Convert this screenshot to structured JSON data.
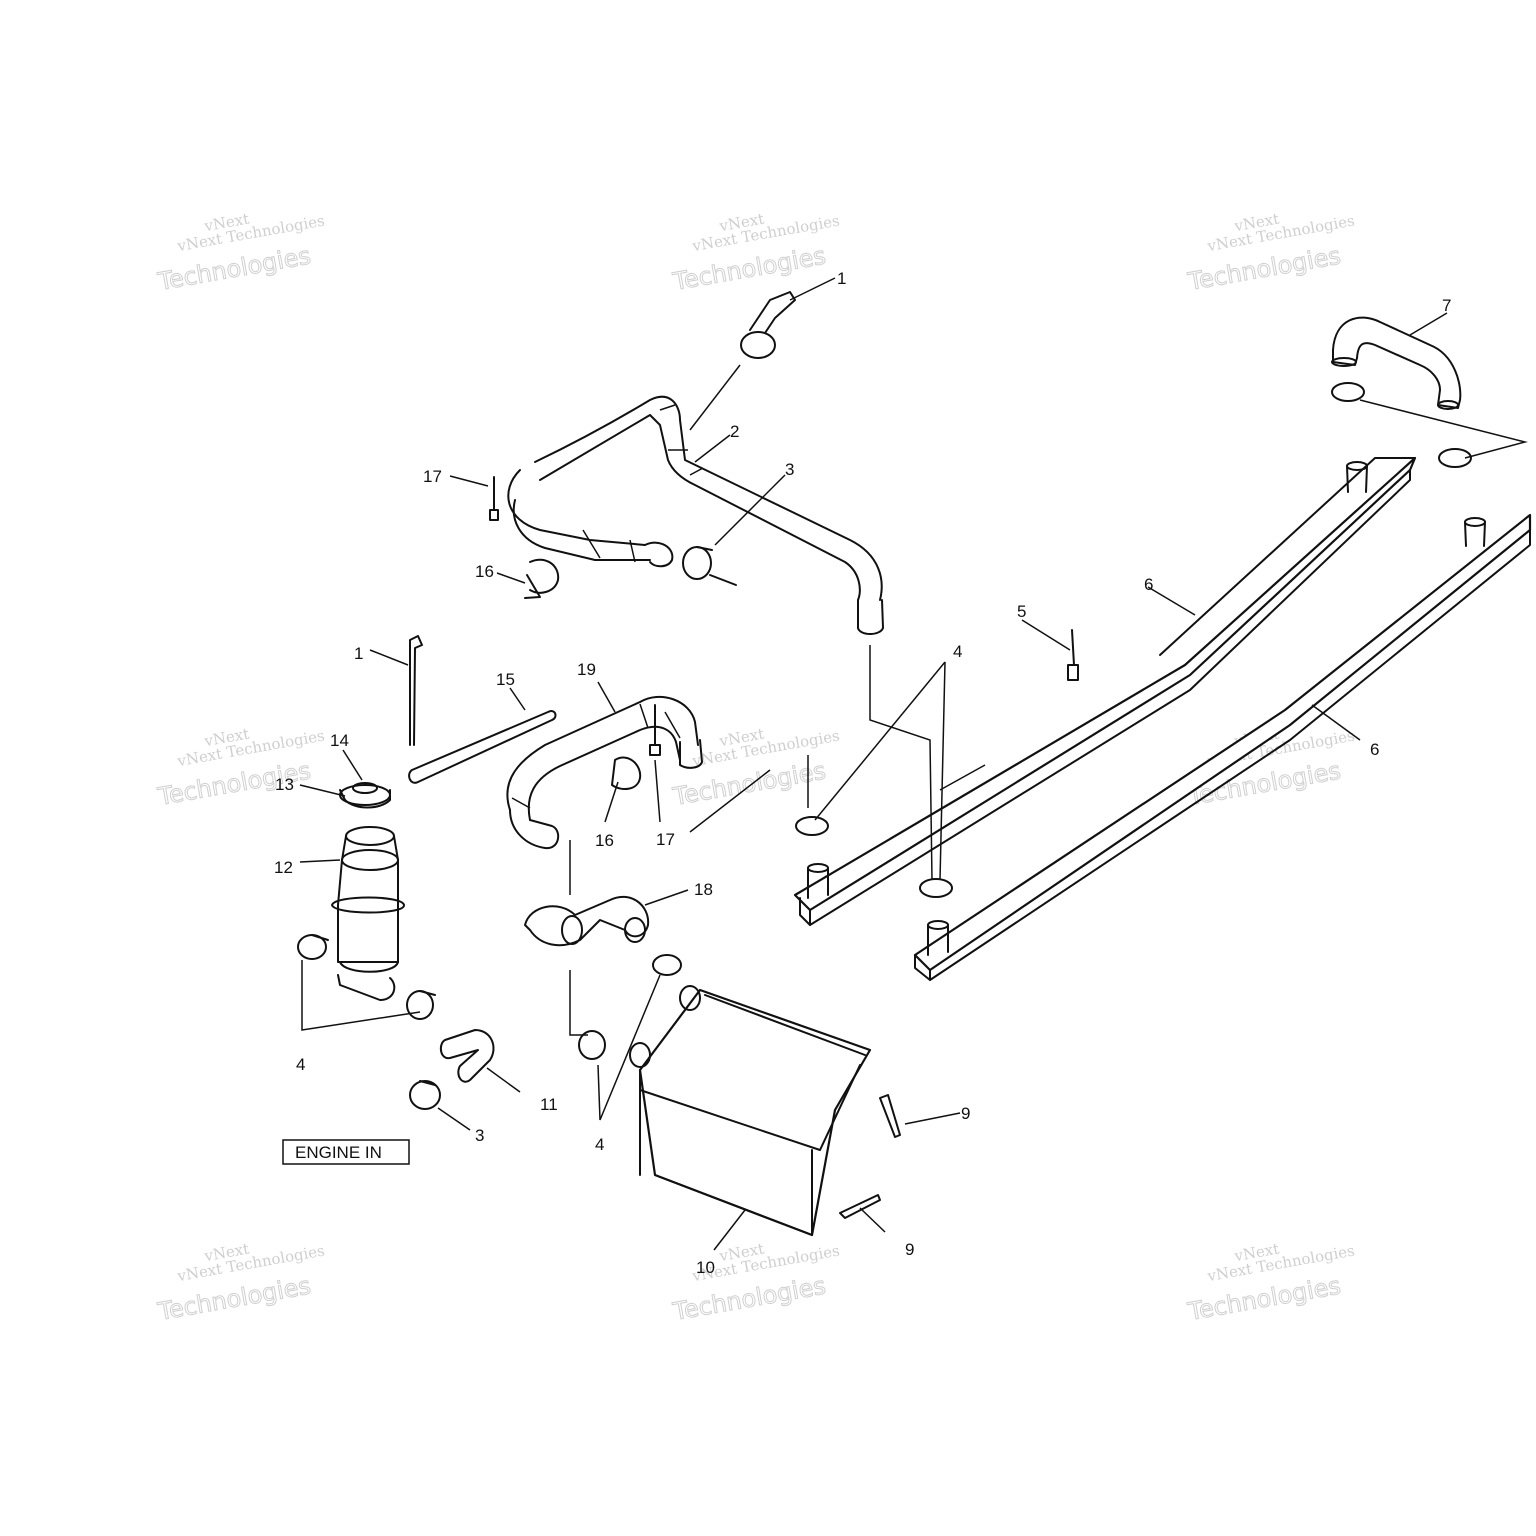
{
  "watermark": {
    "line1": "vNext",
    "line2": "vNext Technologies",
    "line3": "Technologies"
  },
  "engine_box": {
    "text": "ENGINE IN"
  },
  "callouts": {
    "c1a": "1",
    "c1b": "1",
    "c2": "2",
    "c3a": "3",
    "c3b": "3",
    "c4a": "4",
    "c4b": "4",
    "c4c": "4",
    "c5": "5",
    "c6a": "6",
    "c6b": "6",
    "c7": "7",
    "c9a": "9",
    "c9b": "9",
    "c10": "10",
    "c11": "11",
    "c12": "12",
    "c13": "13",
    "c14": "14",
    "c15": "15",
    "c16a": "16",
    "c16b": "16",
    "c17a": "17",
    "c17b": "17",
    "c18": "18",
    "c19": "19"
  }
}
